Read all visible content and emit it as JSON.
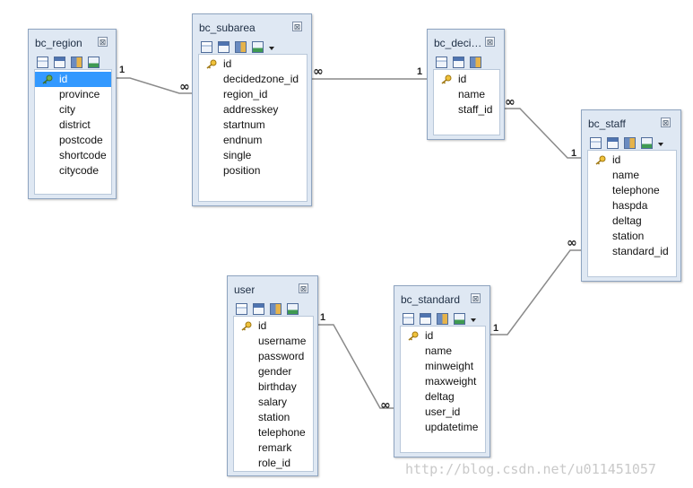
{
  "diagram": {
    "tables": {
      "bc_region": {
        "title": "bc_region",
        "columns": [
          "id",
          "province",
          "city",
          "district",
          "postcode",
          "shortcode",
          "citycode"
        ]
      },
      "bc_subarea": {
        "title": "bc_subarea",
        "columns": [
          "id",
          "decidedzone_id",
          "region_id",
          "addresskey",
          "startnum",
          "endnum",
          "single",
          "position"
        ]
      },
      "bc_decidedzone": {
        "title": "bc_deci…",
        "columns": [
          "id",
          "name",
          "staff_id"
        ]
      },
      "bc_staff": {
        "title": "bc_staff",
        "columns": [
          "id",
          "name",
          "telephone",
          "haspda",
          "deltag",
          "station",
          "standard_id"
        ]
      },
      "user": {
        "title": "user",
        "columns": [
          "id",
          "username",
          "password",
          "gender",
          "birthday",
          "salary",
          "station",
          "telephone",
          "remark",
          "role_id"
        ]
      },
      "bc_standard": {
        "title": "bc_standard",
        "columns": [
          "id",
          "name",
          "minweight",
          "maxweight",
          "deltag",
          "user_id",
          "updatetime"
        ]
      }
    },
    "relationships": [
      {
        "from": "bc_region",
        "to": "bc_subarea",
        "from_label": "1",
        "to_label": "∞"
      },
      {
        "from": "bc_decidedzone",
        "to": "bc_subarea",
        "from_label": "1",
        "to_label": "∞"
      },
      {
        "from": "bc_staff",
        "to": "bc_decidedzone",
        "from_label": "1",
        "to_label": "∞"
      },
      {
        "from": "bc_standard",
        "to": "bc_staff",
        "from_label": "1",
        "to_label": "∞"
      },
      {
        "from": "user",
        "to": "bc_standard",
        "from_label": "1",
        "to_label": "∞"
      }
    ],
    "close_glyph": "⊠",
    "watermark": "http://blog.csdn.net/u011451057"
  }
}
